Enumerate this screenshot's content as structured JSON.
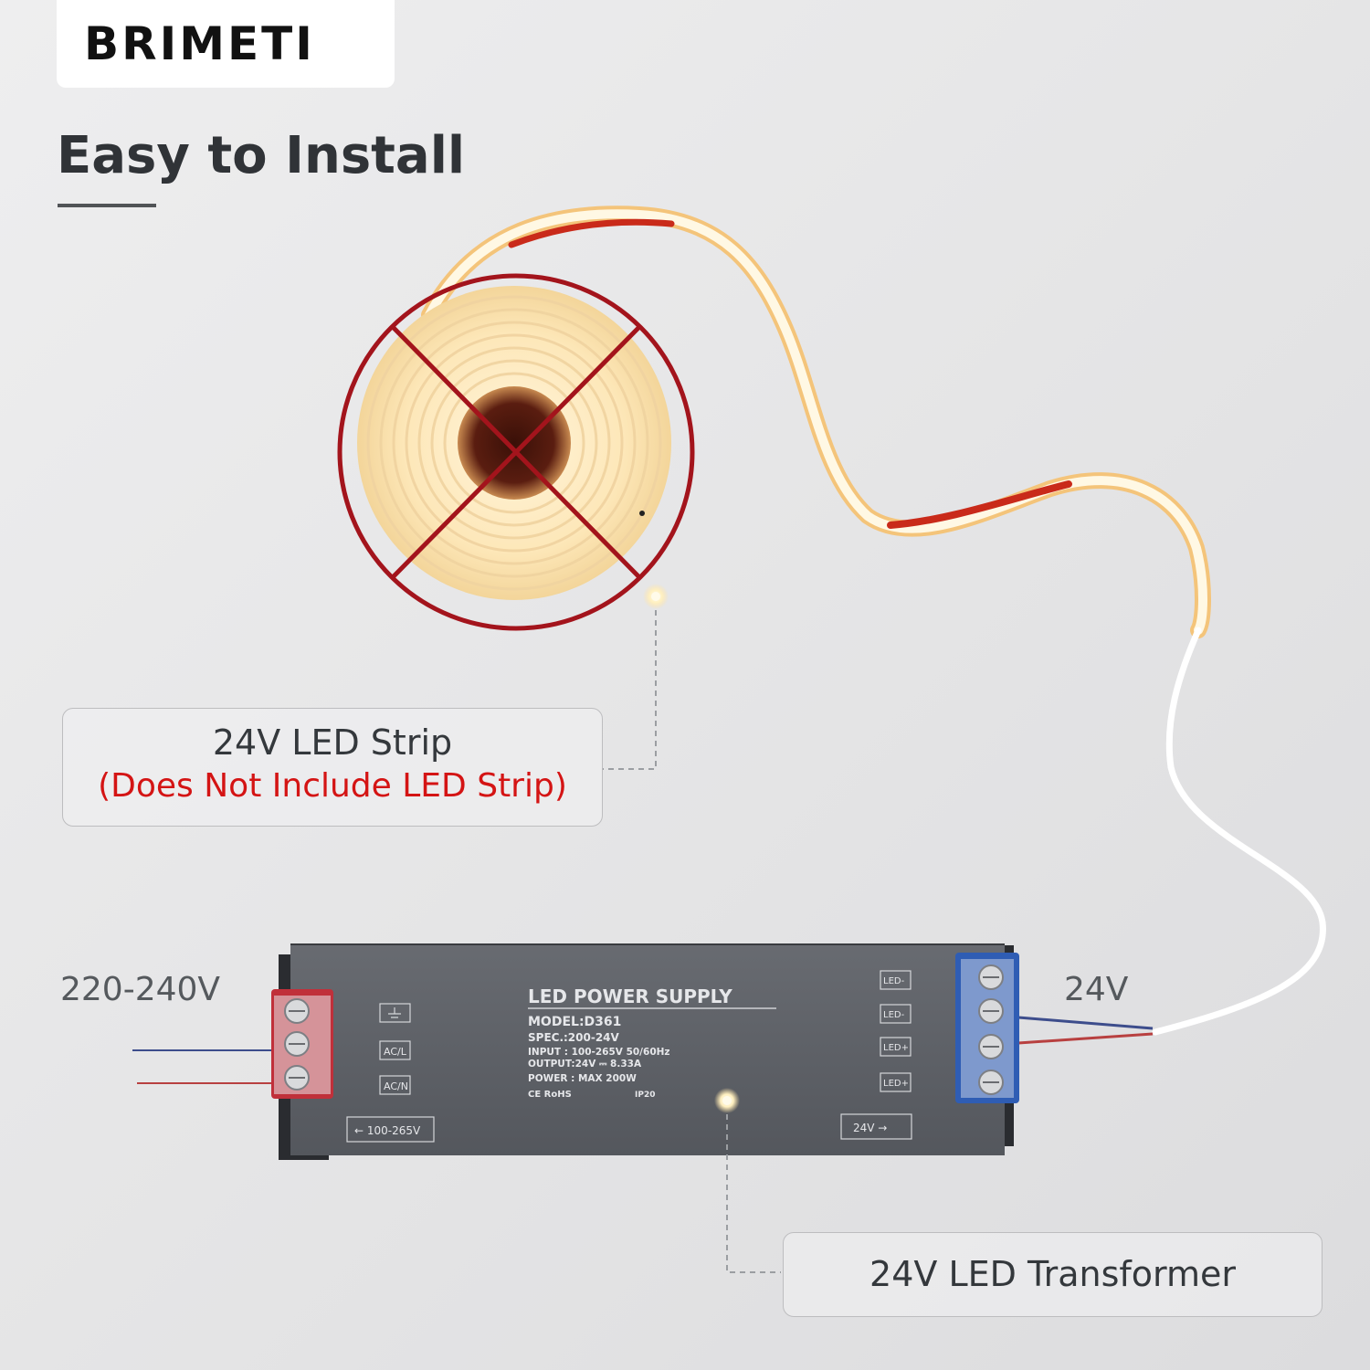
{
  "brand": {
    "logo_text": "BRIMETI"
  },
  "headline": "Easy to Install",
  "callouts": {
    "strip": {
      "line1": "24V LED Strip",
      "line2": "(Does Not Include LED Strip)"
    },
    "transformer": {
      "line1": "24V LED Transformer"
    }
  },
  "voltages": {
    "input": "220-240V",
    "output": "24V"
  },
  "power_supply": {
    "title": "LED POWER SUPPLY",
    "model": "MODEL:D361",
    "spec": "SPEC.:200-24V",
    "input": "INPUT : 100-265V 50/60Hz",
    "output": "OUTPUT:24V ⎓ 8.33A",
    "power": "POWER : MAX 200W",
    "certs": "CE RoHS",
    "ip": "IP20",
    "input_terminals": [
      "AC/L",
      "AC/N"
    ],
    "output_terminals": [
      "LED-",
      "LED-",
      "LED+",
      "LED+"
    ],
    "input_range_badge": "← 100-265V",
    "output_badge": "24V →"
  },
  "colors": {
    "accent_red": "#d41414",
    "prohibition_red": "#a3141c",
    "input_terminal": "#c0303a",
    "output_terminal": "#2f5db4",
    "device_body": "#5d6066",
    "glow": "#ffe3a6"
  }
}
